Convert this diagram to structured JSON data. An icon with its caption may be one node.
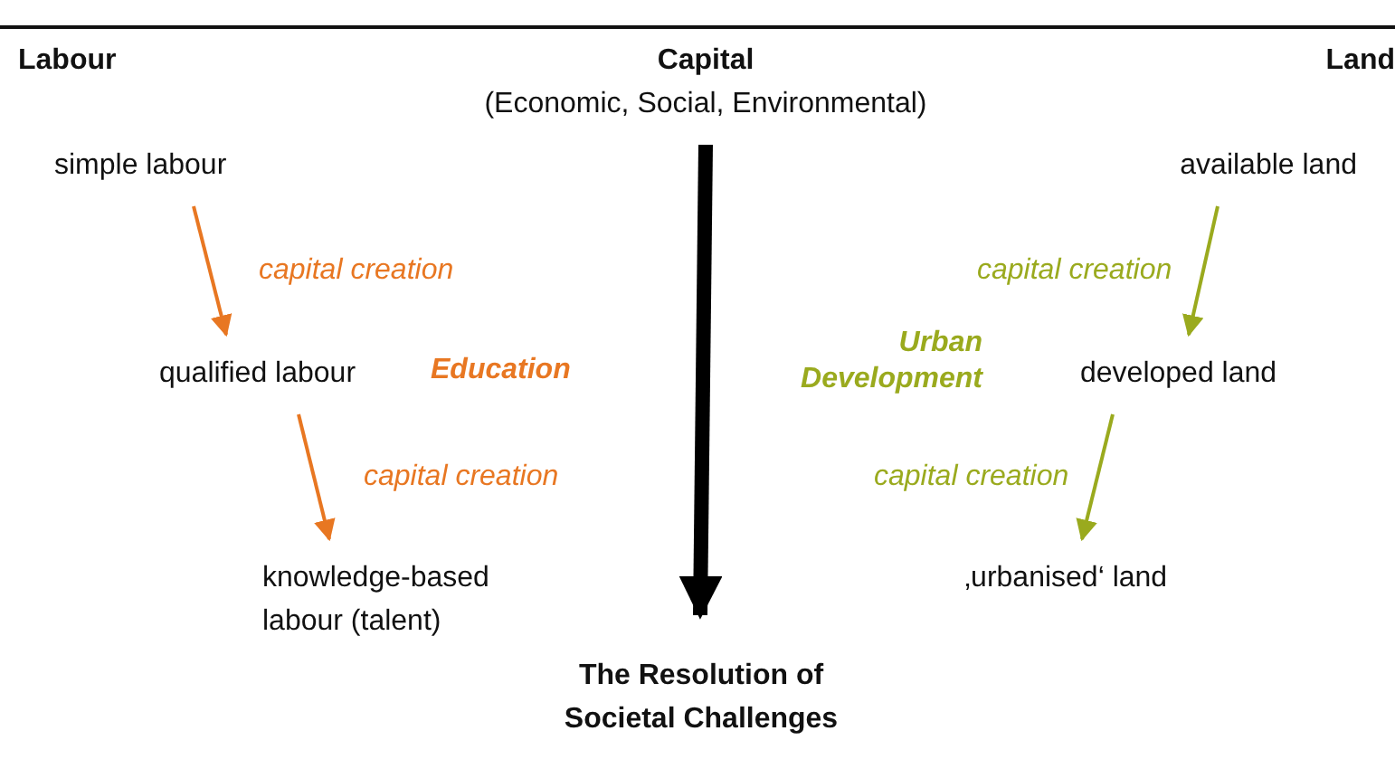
{
  "diagram": {
    "nodes": [
      {
        "text": [
          "Labour"
        ]
      },
      {
        "text": [
          "Capital",
          "(Economic, Social, Environmental)"
        ]
      },
      {
        "text": [
          "Land"
        ]
      },
      {
        "text": [
          "simple labour"
        ]
      },
      {
        "text": [
          "qualified labour"
        ]
      },
      {
        "text": [
          "knowledge-based labour (talent)"
        ]
      },
      {
        "text": [
          "available land"
        ]
      },
      {
        "text": [
          "developed land"
        ]
      },
      {
        "text": [
          "‚urbanised‘ land"
        ]
      },
      {
        "text": [
          "The Resolution of Societal Challenges"
        ]
      }
    ],
    "edges": [
      {
        "from": 3,
        "to": 4,
        "arrow": "to",
        "label": "capital creation",
        "color": "#e87722"
      },
      {
        "from": 4,
        "to": 5,
        "arrow": "to",
        "label": "capital creation",
        "color": "#e87722"
      },
      {
        "from": 6,
        "to": 7,
        "arrow": "to",
        "label": "capital creation",
        "color": "#9aaa1e"
      },
      {
        "from": 7,
        "to": 8,
        "arrow": "to",
        "label": "capital creation",
        "color": "#9aaa1e"
      },
      {
        "from": 1,
        "to": 9,
        "arrow": "to",
        "style": "thick",
        "color": "#000000"
      }
    ],
    "labels": [
      "Education",
      "Urban Development"
    ]
  }
}
